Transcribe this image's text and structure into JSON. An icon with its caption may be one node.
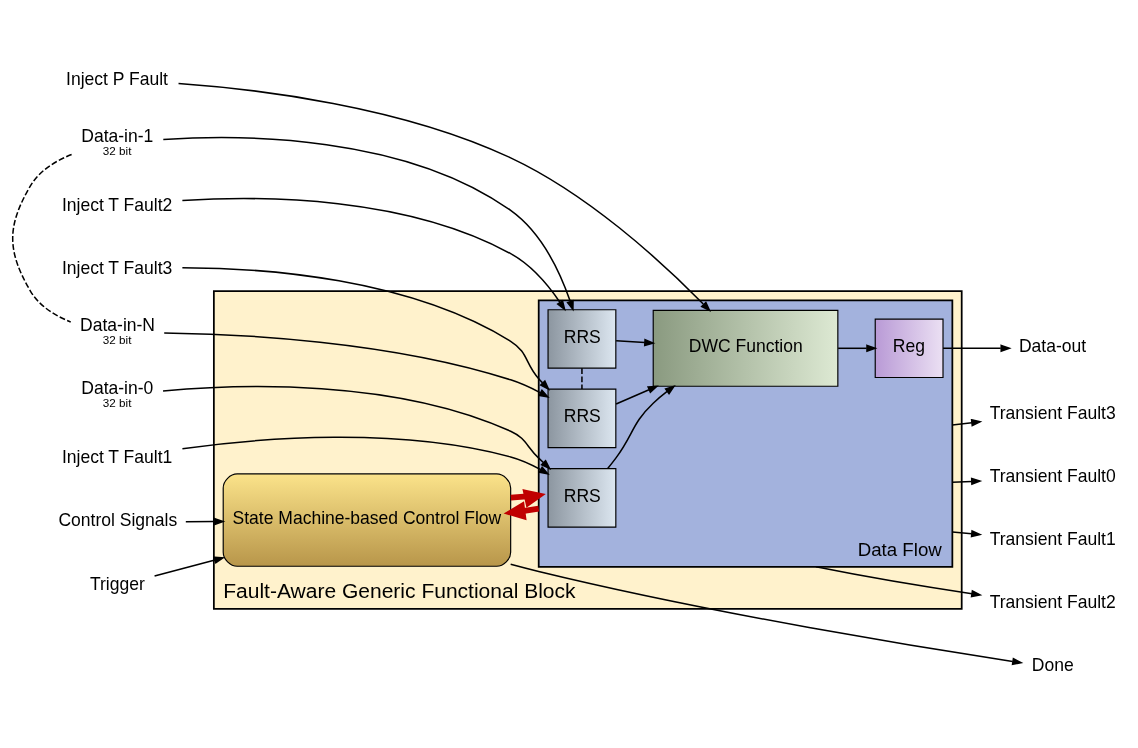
{
  "diagram": {
    "nodes": [
      {
        "text": [
          "Fault-Aware Generic Functional Block"
        ]
      },
      {
        "text": [
          "State Machine-based Control Flow"
        ],
        "in": 0
      },
      {
        "text": [
          "Data Flow"
        ],
        "in": 0
      },
      {
        "text": [
          "RRS"
        ],
        "in": 2
      },
      {
        "text": [
          "RRS"
        ],
        "in": 2
      },
      {
        "text": [
          "RRS"
        ],
        "in": 2
      },
      {
        "text": [
          "DWC Function"
        ],
        "in": 2
      },
      {
        "text": [
          "Reg"
        ],
        "in": 2
      },
      {
        "text": [
          "Trigger"
        ]
      },
      {
        "text": [
          "Control Signals"
        ]
      },
      {
        "text": [
          "Done"
        ]
      },
      {
        "text": [
          "Inject T Fault1"
        ]
      },
      {
        "text": [
          "Inject T Fault2"
        ]
      },
      {
        "text": [
          "Inject T Fault3"
        ]
      },
      {
        "text": [
          "Data-in-0"
        ],
        "beside": [
          "32 bit"
        ]
      },
      {
        "text": [
          "Data-in-1"
        ],
        "beside": [
          "32 bit"
        ]
      },
      {
        "text": [
          "Data-in-N"
        ],
        "beside": [
          "32 bit"
        ]
      },
      {
        "text": [
          "Inject P Fault"
        ]
      },
      {
        "text": [
          "Data-out"
        ]
      },
      {
        "text": [
          "Transient Fault0"
        ]
      },
      {
        "text": [
          "Transient Fault1"
        ]
      },
      {
        "text": [
          "Transient Fault2"
        ]
      },
      {
        "text": [
          "Transient Fault3"
        ]
      }
    ],
    "edges": [
      {
        "from": 8,
        "to": 1,
        "arrow": "to"
      },
      {
        "from": 9,
        "to": 1,
        "arrow": "to"
      },
      {
        "from": 1,
        "to": 10,
        "arrow": "to"
      },
      {
        "from": 1,
        "to": 2,
        "arrow": "to",
        "style": "thick",
        "color": "#c00000"
      },
      {
        "from": 2,
        "to": 1,
        "arrow": "to",
        "style": "thick",
        "color": "#c00000"
      },
      {
        "from": 11,
        "to": 3,
        "arrow": "to"
      },
      {
        "from": 12,
        "to": 4,
        "arrow": "to"
      },
      {
        "from": 13,
        "to": 5,
        "arrow": "to"
      },
      {
        "from": 14,
        "to": 3,
        "arrow": "to"
      },
      {
        "from": 15,
        "to": 4,
        "arrow": "to"
      },
      {
        "from": 16,
        "to": 5,
        "arrow": "to"
      },
      {
        "from": 15,
        "to": 16,
        "arrow": "none",
        "style": "dashed"
      },
      {
        "from": 4,
        "to": 5,
        "arrow": "none",
        "style": "dashed"
      },
      {
        "from": 3,
        "to": 6,
        "arrow": "to"
      },
      {
        "from": 4,
        "to": 6,
        "arrow": "to"
      },
      {
        "from": 5,
        "to": 6,
        "arrow": "to"
      },
      {
        "from": 17,
        "to": 6,
        "arrow": "to"
      },
      {
        "from": 6,
        "to": 7,
        "arrow": "to"
      },
      {
        "from": 7,
        "to": 18,
        "arrow": "to"
      },
      {
        "from": 2,
        "to": 19,
        "arrow": "to"
      },
      {
        "from": 2,
        "to": 20,
        "arrow": "to"
      },
      {
        "from": 2,
        "to": 21,
        "arrow": "to"
      },
      {
        "from": 2,
        "to": 22,
        "arrow": "to"
      }
    ]
  }
}
